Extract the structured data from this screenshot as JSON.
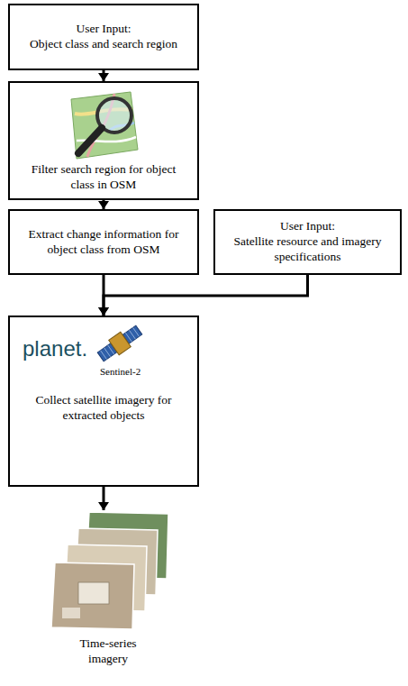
{
  "diagram": {
    "nodes": [
      {
        "text": [
          "User Input:",
          "Object class and search region"
        ]
      },
      {
        "text": [
          "Filter search region for object class in OSM"
        ]
      },
      {
        "text": [
          "Extract change information for object class from OSM"
        ]
      },
      {
        "text": [
          "User Input:",
          "Satellite resource and imagery specifications"
        ]
      },
      {
        "text": [
          "planet.",
          "Sentinel-2",
          "Collect satellite imagery for extracted objects"
        ]
      },
      {
        "text": [
          "Time-series imagery"
        ]
      }
    ],
    "edges": [
      {
        "from": 0,
        "to": 1,
        "arrow": "to"
      },
      {
        "from": 1,
        "to": 2,
        "arrow": "to"
      },
      {
        "from": 2,
        "to": 4,
        "arrow": "to"
      },
      {
        "from": 3,
        "to": 4,
        "arrow": "to"
      },
      {
        "from": 4,
        "to": 5,
        "arrow": "to"
      }
    ]
  }
}
